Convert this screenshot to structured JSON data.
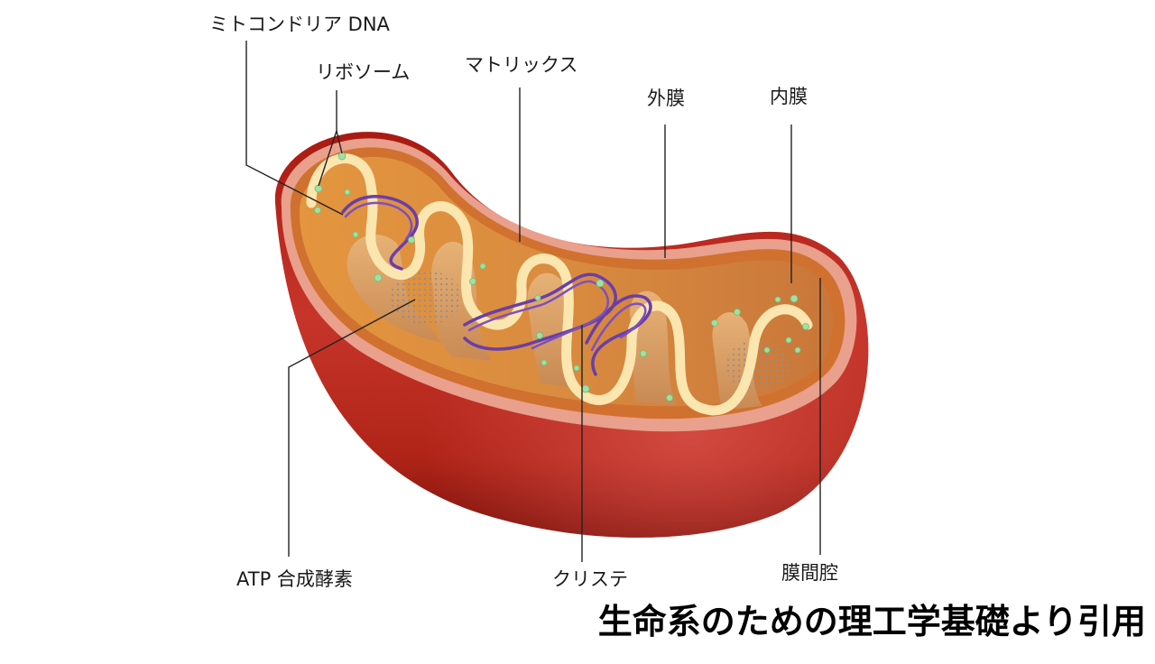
{
  "labels": {
    "mtdna": "ミトコンドリア DNA",
    "ribosome": "リボソーム",
    "matrix": "マトリックス",
    "outer_membrane": "外膜",
    "inner_membrane": "内膜",
    "atp_synthase": "ATP 合成酵素",
    "cristae": "クリステ",
    "intermembrane_space": "膜間腔"
  },
  "credit": "生命系のための理工学基礎より引用",
  "colors": {
    "outer_body": "#b8251c",
    "outer_rim": "#e9a08c",
    "inner_fill": "#d88a3c",
    "cristae_membrane": "#fbe6b0",
    "dna": "#6a3ea8",
    "ribosome": "#9fe0a4",
    "leader_line": "#222222"
  }
}
